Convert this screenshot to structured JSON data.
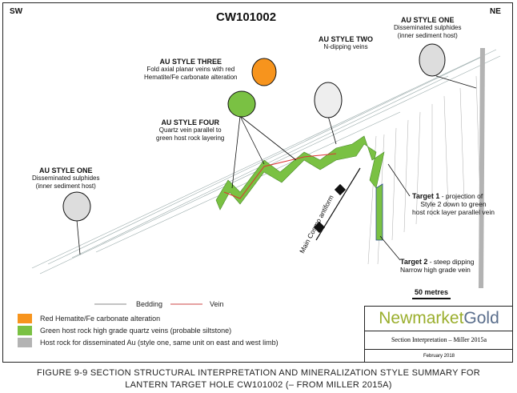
{
  "title": "CW101002",
  "orientation": {
    "left": "SW",
    "right": "NE"
  },
  "annotations": {
    "style_one_right": {
      "heading": "AU STYLE ONE",
      "line1": "Disseminated sulphides",
      "line2": "(inner sediment host)"
    },
    "style_two": {
      "heading": "AU STYLE TWO",
      "line1": "N-dipping veins"
    },
    "style_three": {
      "heading": "AU STYLE THREE",
      "line1": "Fold axial planar veins with red",
      "line2": "Hematite/Fe carbonate alteration"
    },
    "style_four": {
      "heading": "AU STYLE FOUR",
      "line1": "Quartz vein parallel to",
      "line2": "green host rock layering"
    },
    "style_one_left": {
      "heading": "AU STYLE ONE",
      "line1": "Disseminated sulphides",
      "line2": "(inner sediment host)"
    },
    "target1": {
      "heading": "Target 1",
      "line1": " - projection of",
      "line2": "Style 2 down to green",
      "line3": "host rock layer parallel vein"
    },
    "target2": {
      "heading": "Target 2",
      "line1": " - steep dipping",
      "line2": "Narrow high grade vein"
    },
    "antiform": "Main Cosmo antiform",
    "scale": "50 metres"
  },
  "legend": {
    "bedding": "Bedding",
    "vein": "Vein",
    "items": [
      {
        "label": "Red Hematite/Fe carbonate alteration",
        "color": "#f7941d"
      },
      {
        "label": "Green host rock high grade quartz veins (probable siltstone)",
        "color": "#7ac143"
      },
      {
        "label": "Host rock for disseminated Au (style one, same unit on east and west limb)",
        "color": "#b3b3b3"
      }
    ]
  },
  "logo": {
    "brand_a": "Newmarket",
    "brand_b": "Gold",
    "subtitle": "Section Interpretation – Miller 2015a",
    "date": "February 2018"
  },
  "caption": {
    "line1": "FIGURE 9-9 SECTION STRUCTURAL INTERPRETATION AND MINERALIZATION STYLE SUMMARY FOR",
    "line2": "LANTERN TARGET HOLE CW101002 (– FROM MILLER 2015A)"
  }
}
